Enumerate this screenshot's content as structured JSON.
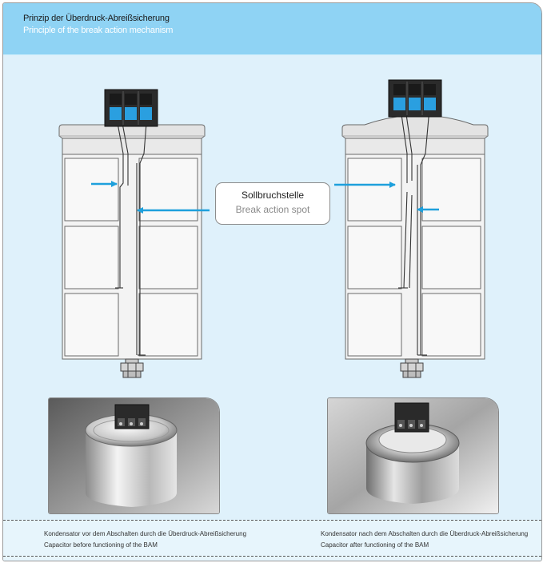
{
  "header": {
    "title_de": "Prinzip der Überdruck-Abreißsicherung",
    "title_en": "Principle of the break action mechanism"
  },
  "callout": {
    "label_de": "Sollbruchstelle",
    "label_en": "Break action spot"
  },
  "captions": {
    "before_de": "Kondensator vor dem Abschalten durch die Überdruck-Abreißsicherung",
    "before_en": "Capacitor before functioning of the BAM",
    "after_de": "Kondensator nach dem Abschalten durch die Überdruck-Abreißsicherung",
    "after_en": "Capacitor after functioning of the BAM"
  },
  "colors": {
    "header_bg": "#8fd3f4",
    "panel_bg": "#dff1fb",
    "arrow": "#1ea0dc",
    "terminal_blue": "#2a9fe0",
    "terminal_dark": "#2b2b2b",
    "can_fill": "#f1f1f1",
    "cell_stroke": "#6a6a6a"
  },
  "icons": {
    "arrow": "arrow-right-icon",
    "terminal": "terminal-block-icon",
    "screw": "mounting-bolt-icon"
  }
}
